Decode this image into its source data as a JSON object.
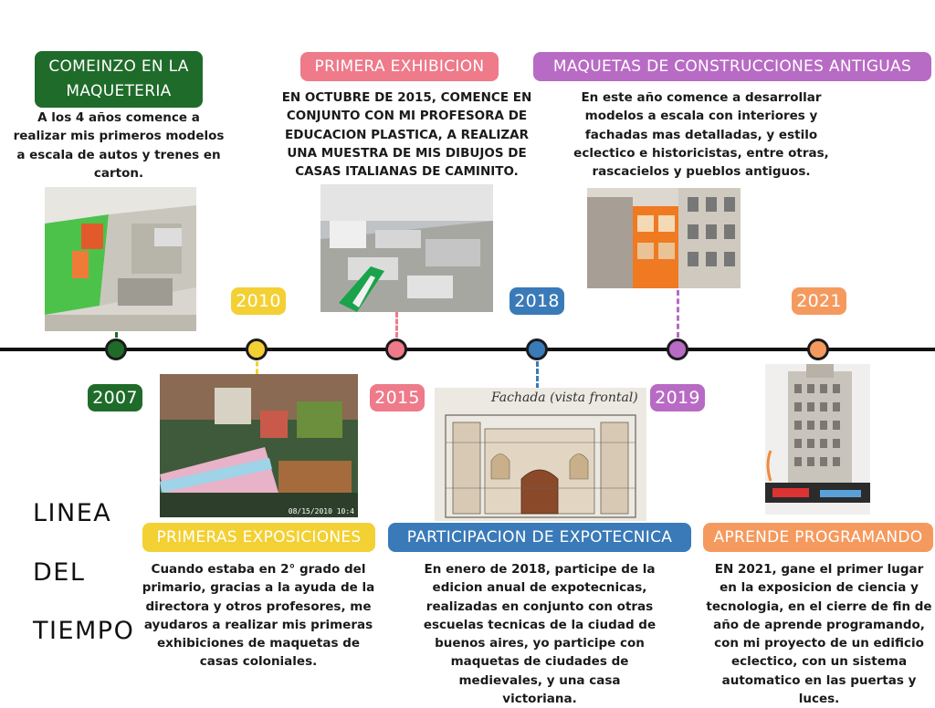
{
  "title": {
    "line1": "LINEA",
    "line2": "DEL",
    "line3": "TIEMPO"
  },
  "colors": {
    "green": "#1f6b2a",
    "yellow": "#f3d033",
    "pink": "#ee7a8a",
    "blue": "#3a7ab8",
    "purple": "#b86bc4",
    "orange": "#f59a5e"
  },
  "events": [
    {
      "year": "2007",
      "heading": "COMEINZO EN LA MAQUETERIA",
      "text": "A los 4 años comence a realizar mis primeros modelos a escala de autos y trenes en carton.",
      "photo": "cardboard-cars-trains-photo"
    },
    {
      "year": "2010",
      "heading": "PRIMERAS EXPOSICIONES",
      "text": "Cuando estaba en 2° grado del primario, gracias a la ayuda de la directora y otros profesores, me ayudaros a realizar mis primeras exhibiciones de maquetas de casas coloniales.",
      "photo": "colonial-houses-model-photo",
      "photo_timestamp": "08/15/2010 10:4"
    },
    {
      "year": "2015",
      "heading": "PRIMERA EXHIBICION",
      "text": "EN OCTUBRE DE 2015, COMENCE EN CONJUNTO CON MI PROFESORA DE EDUCACION PLASTICA, A REALIZAR UNA MUESTRA DE MIS DIBUJOS DE CASAS ITALIANAS DE CAMINITO.",
      "photo": "city-model-exhibition-photo"
    },
    {
      "year": "2018",
      "heading": "PARTICIPACION DE EXPOTECNICA",
      "text": "En enero de 2018, participe de la edicion anual de expotecnicas, realizadas en conjunto con otras escuelas tecnicas de la ciudad de buenos aires, yo participe con maquetas de ciudades de medievales, y una casa victoriana.",
      "photo": "facade-drawing-photo",
      "photo_caption": "Fachada (vista frontal)"
    },
    {
      "year": "2019",
      "heading": "MAQUETAS DE CONSTRUCCIONES ANTIGUAS",
      "text": "En este año comence a desarrollar modelos a escala con interiores y fachadas mas detalladas, y estilo eclectico e historicistas, entre otras, rascacielos y pueblos antiguos.",
      "photo": "building-interiors-model-photo"
    },
    {
      "year": "2021",
      "heading": "APRENDE PROGRAMANDO",
      "text": "EN 2021, gane el primer lugar en la exposicion de ciencia y tecnologia, en el cierre de fin de año de aprende programando, con mi proyecto de un edificio eclectico, con un sistema automatico en las puertas y luces.",
      "photo": "eclectic-building-model-photo"
    }
  ]
}
